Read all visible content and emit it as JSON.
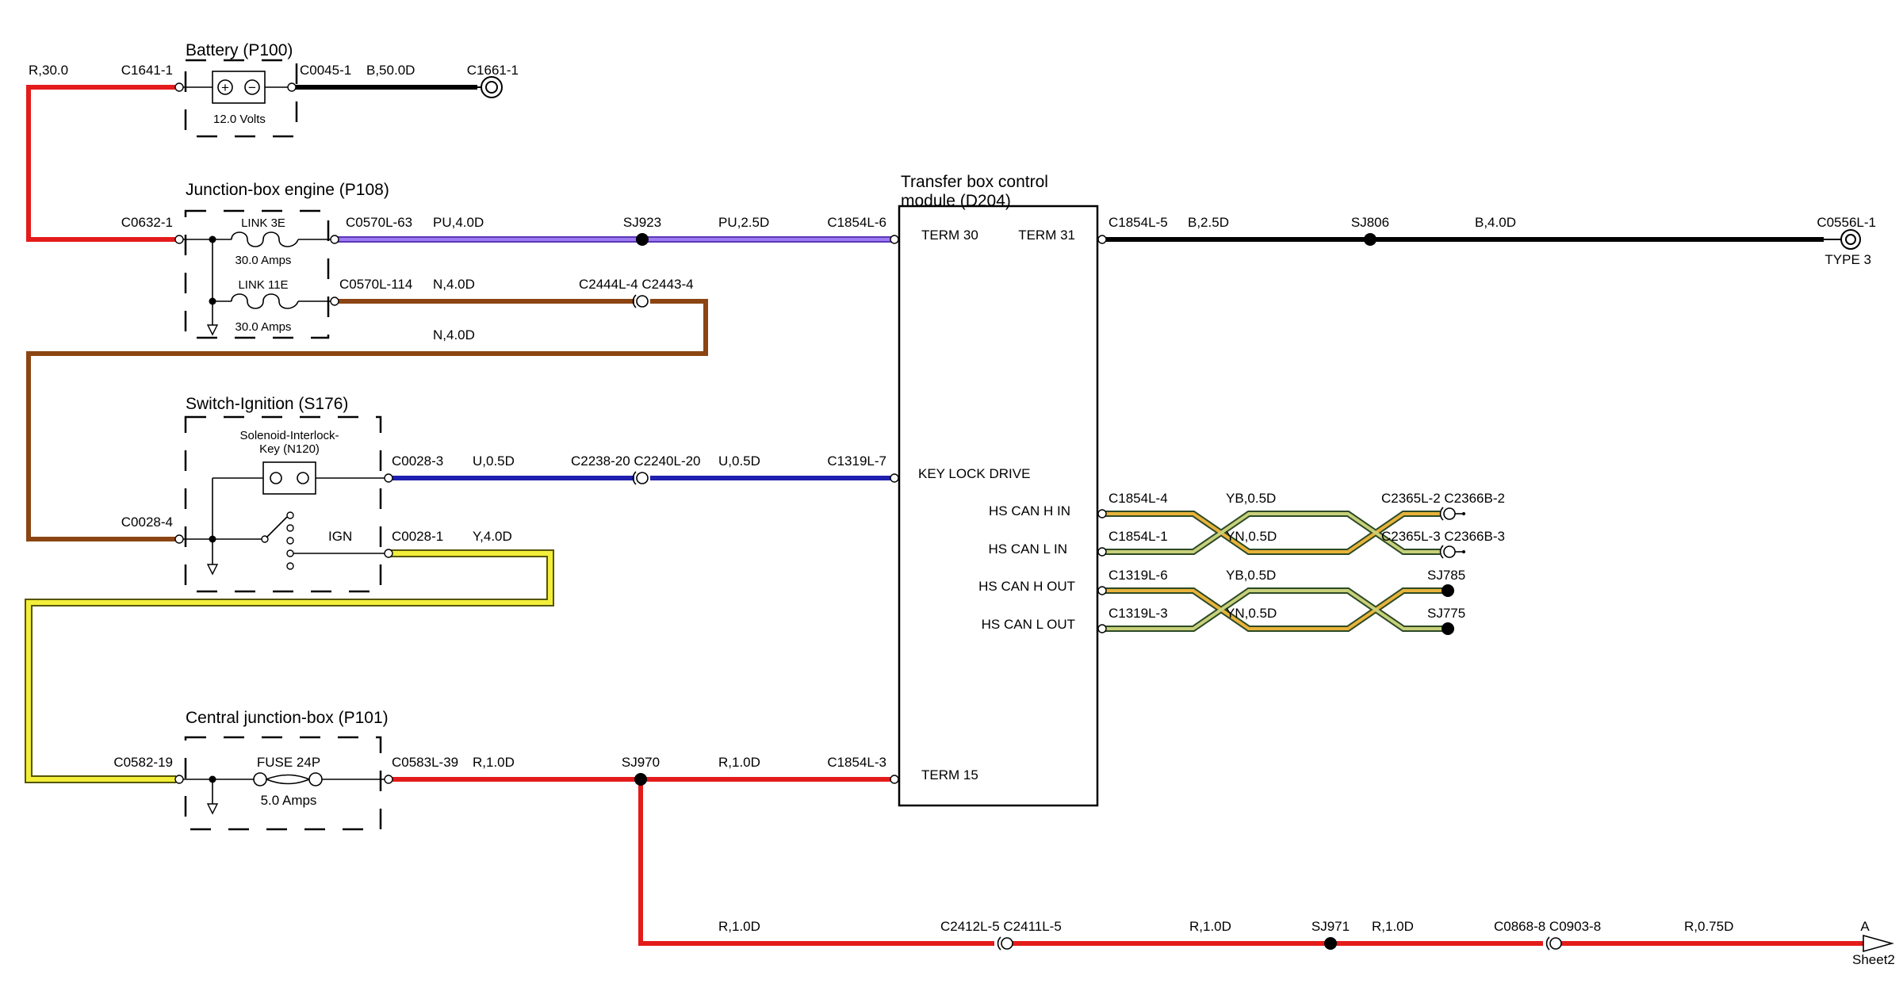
{
  "battery": {
    "title": "Battery (P100)",
    "voltage": "12.0 Volts",
    "plus": "+",
    "minus": "−",
    "pin_in": "C1641-1",
    "pin_out": "C0045-1",
    "feed_wire": "R,30.0",
    "ground_wire": "B,50.0D",
    "ground_connector": "C1661-1"
  },
  "junction_engine": {
    "title": "Junction-box engine (P108)",
    "pin_in": "C0632-1",
    "link1_name": "LINK 3E",
    "link1_rating": "30.0 Amps",
    "link2_name": "LINK 11E",
    "link2_rating": "30.0 Amps",
    "link1_out": "C0570L-63",
    "link2_out": "C0570L-114",
    "pu_wire": "PU,4.0D",
    "n_wire": "N,4.0D",
    "n_return_wire": "N,4.0D",
    "splice": "SJ923",
    "pu_wire_2": "PU,2.5D",
    "inline_connector": "C2444L-4 C2443-4",
    "term30_pin": "C1854L-6"
  },
  "switch_ignition": {
    "title": "Switch-Ignition (S176)",
    "solenoid": [
      "Solenoid-Interlock-",
      "Key (N120)"
    ],
    "ign_label": "IGN",
    "pin_in": "C0028-4",
    "pin_lock": "C0028-3",
    "pin_ign": "C0028-1",
    "u_wire": "U,0.5D",
    "inline_connector": "C2238-20 C2240L-20",
    "u_wire_2": "U,0.5D",
    "key_pin": "C1319L-7",
    "y_wire": "Y,4.0D"
  },
  "central_junction": {
    "title": "Central junction-box (P101)",
    "pin_in": "C0582-19",
    "fuse_name": "FUSE 24P",
    "fuse_rating": "5.0 Amps",
    "pin_out": "C0583L-39",
    "r_wire": "R,1.0D",
    "splice": "SJ970",
    "r_wire_2": "R,1.0D",
    "term15_pin": "C1854L-3"
  },
  "module": {
    "title": [
      "Transfer box control",
      "module (D204)"
    ],
    "term30": "TERM 30",
    "term31": "TERM 31",
    "key_lock": "KEY LOCK DRIVE",
    "can_h_in": "HS CAN H IN",
    "can_l_in": "HS CAN L IN",
    "can_h_out": "HS CAN H OUT",
    "can_l_out": "HS CAN L OUT",
    "term15": "TERM 15"
  },
  "ground_circuit": {
    "pin_out": "C1854L-5",
    "b_wire": "B,2.5D",
    "splice": "SJ806",
    "b_wire_2": "B,4.0D",
    "ground_connector": "C0556L-1",
    "ground_type": "TYPE 3"
  },
  "can_bus": {
    "in_h_pin": "C1854L-4",
    "in_l_pin": "C1854L-1",
    "in_h_wire": "YB,0.5D",
    "in_l_wire": "YN,0.5D",
    "in_h_dest": "C2365L-2 C2366B-2",
    "in_l_dest": "C2365L-3 C2366B-3",
    "out_h_pin": "C1319L-6",
    "out_l_pin": "C1319L-3",
    "out_h_wire": "YB,0.5D",
    "out_l_wire": "YN,0.5D",
    "out_h_splice": "SJ785",
    "out_l_splice": "SJ775"
  },
  "bottom_circuit": {
    "wire_1": "R,1.0D",
    "inline_1": "C2412L-5 C2411L-5",
    "wire_2": "R,1.0D",
    "splice": "SJ971",
    "wire_3": "R,1.0D",
    "inline_2": "C0868-8 C0903-8",
    "wire_4": "R,0.75D",
    "off_page_letter": "A",
    "off_page_sheet": "Sheet2"
  },
  "colors": {
    "red": "#e41b1b",
    "black": "#000000",
    "purple": "#7a4ee8",
    "brown": "#8b4513",
    "blue": "#1f1fb0",
    "yellow": "#f2ee3a",
    "can_yellow": "#e8b33a",
    "can_dark": "#2d4a26"
  }
}
